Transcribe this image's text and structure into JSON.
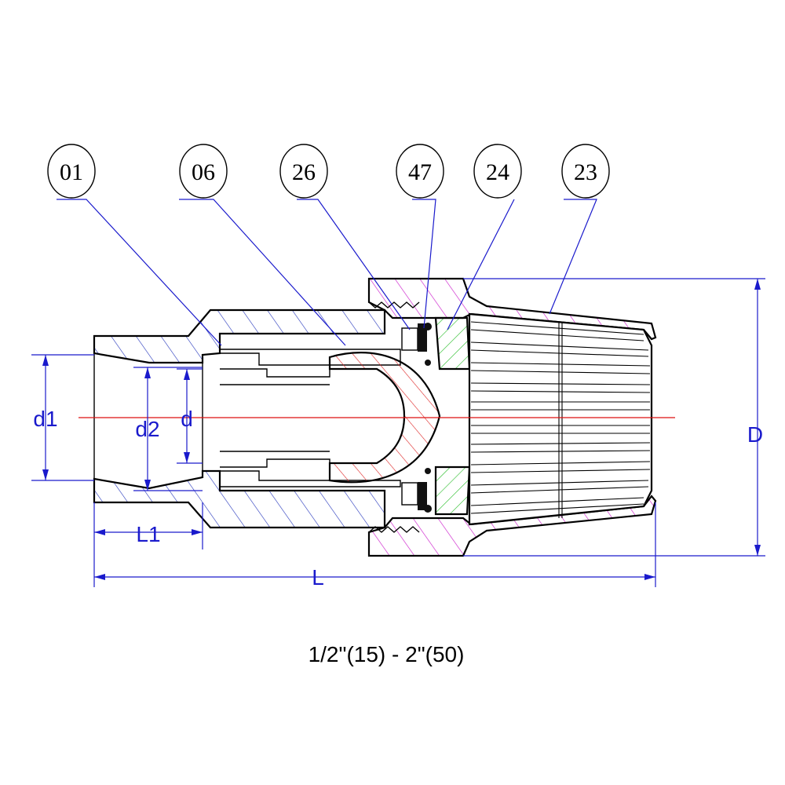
{
  "drawing": {
    "caption": "1/2\"(15) - 2\"(50)",
    "balloons": [
      {
        "id": "01"
      },
      {
        "id": "06"
      },
      {
        "id": "26"
      },
      {
        "id": "47"
      },
      {
        "id": "24"
      },
      {
        "id": "23"
      }
    ],
    "dimensions": {
      "d1": "d1",
      "d2": "d2",
      "d": "d",
      "L1": "L1",
      "L": "L",
      "D": "D"
    },
    "colors": {
      "outline": "#000000",
      "dimension": "#1a1acc",
      "centerline": "#dd1111",
      "hatch_body": "#cc1fcc",
      "hatch_ball": "#dd2222",
      "hatch_insert": "#22bb22"
    }
  }
}
